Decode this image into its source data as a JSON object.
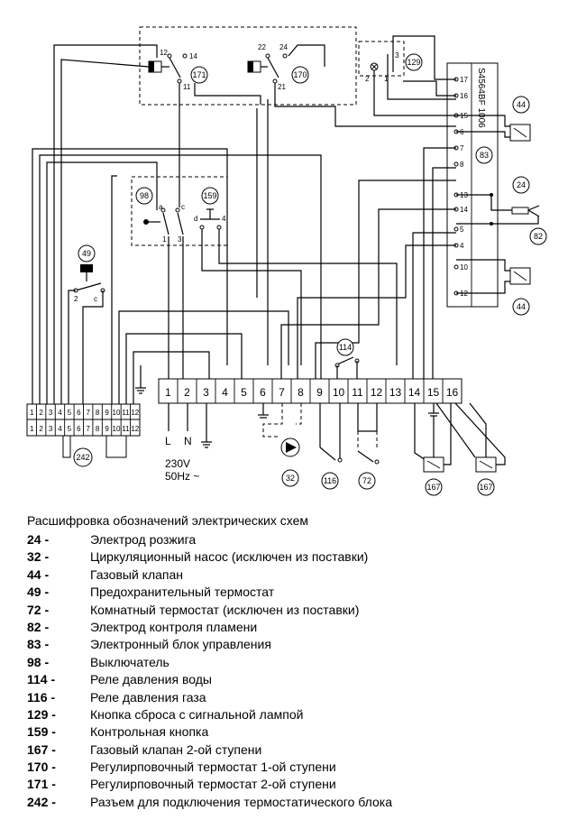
{
  "diagram": {
    "terminal_block": [
      "1",
      "2",
      "3",
      "4",
      "5",
      "6",
      "7",
      "8",
      "9",
      "10",
      "11",
      "12",
      "13",
      "14",
      "15",
      "16"
    ],
    "connector_242": [
      "1",
      "2",
      "3",
      "4",
      "5",
      "6",
      "7",
      "8",
      "9",
      "10",
      "11",
      "12"
    ],
    "control_unit_label": "S4564BF 1006",
    "control_unit_pins": [
      "17",
      "16",
      "15",
      "6",
      "7",
      "8",
      "13",
      "14",
      "5",
      "4",
      "10",
      "12"
    ],
    "component_tags": {
      "t171": "171",
      "t170": "170",
      "t129": "129",
      "t44a": "44",
      "t83": "83",
      "t98": "98",
      "t159": "159",
      "t24": "24",
      "t82": "82",
      "t44b": "44",
      "t49": "49",
      "t114": "114",
      "t242": "242",
      "t32": "32",
      "t116": "116",
      "t72": "72",
      "t167a": "167",
      "t167b": "167"
    },
    "contact_labels": {
      "c12": "12",
      "c14": "14",
      "c11": "11",
      "c22": "22",
      "c24": "24",
      "c21": "21",
      "r3": "3",
      "r2": "2",
      "r1": "1",
      "sa": "a",
      "sc": "c",
      "s1": "1",
      "s3": "3",
      "kd": "d",
      "k4": "4",
      "t2": "2",
      "tc": "c"
    },
    "supply_L": "L",
    "supply_N": "N",
    "supply_voltage": "230V",
    "supply_freq": "50Hz ~"
  },
  "legend": {
    "title": "Расшифровка обозначений электрических схем",
    "items": [
      {
        "code": "24 -",
        "desc": "Электрод розжига"
      },
      {
        "code": "32 -",
        "desc": "Циркуляционный насос (исключен из поставки)"
      },
      {
        "code": "44 -",
        "desc": "Газовый клапан"
      },
      {
        "code": "49 -",
        "desc": "Предохранительный термостат"
      },
      {
        "code": "72 -",
        "desc": "Комнатный термостат (исключен из поставки)"
      },
      {
        "code": "82 -",
        "desc": "Электрод контроля пламени"
      },
      {
        "code": "83 -",
        "desc": "Электронный блок управления"
      },
      {
        "code": "98 -",
        "desc": "Выключатель"
      },
      {
        "code": "114 -",
        "desc": "Реле давления воды"
      },
      {
        "code": "116 -",
        "desc": "Реле давления газа"
      },
      {
        "code": "129 -",
        "desc": "Кнопка сброса с сигнальной лампой"
      },
      {
        "code": "159 -",
        "desc": "Контрольная кнопка"
      },
      {
        "code": "167 -",
        "desc": "Газовый клапан 2-ой ступени"
      },
      {
        "code": "170 -",
        "desc": "Регулирповочный термостат 1-ой ступени"
      },
      {
        "code": "171 -",
        "desc": "Регулирповочный термостат 2-ой ступени"
      },
      {
        "code": "242 -",
        "desc": "Разъем для подключения термостатического блока"
      }
    ]
  }
}
